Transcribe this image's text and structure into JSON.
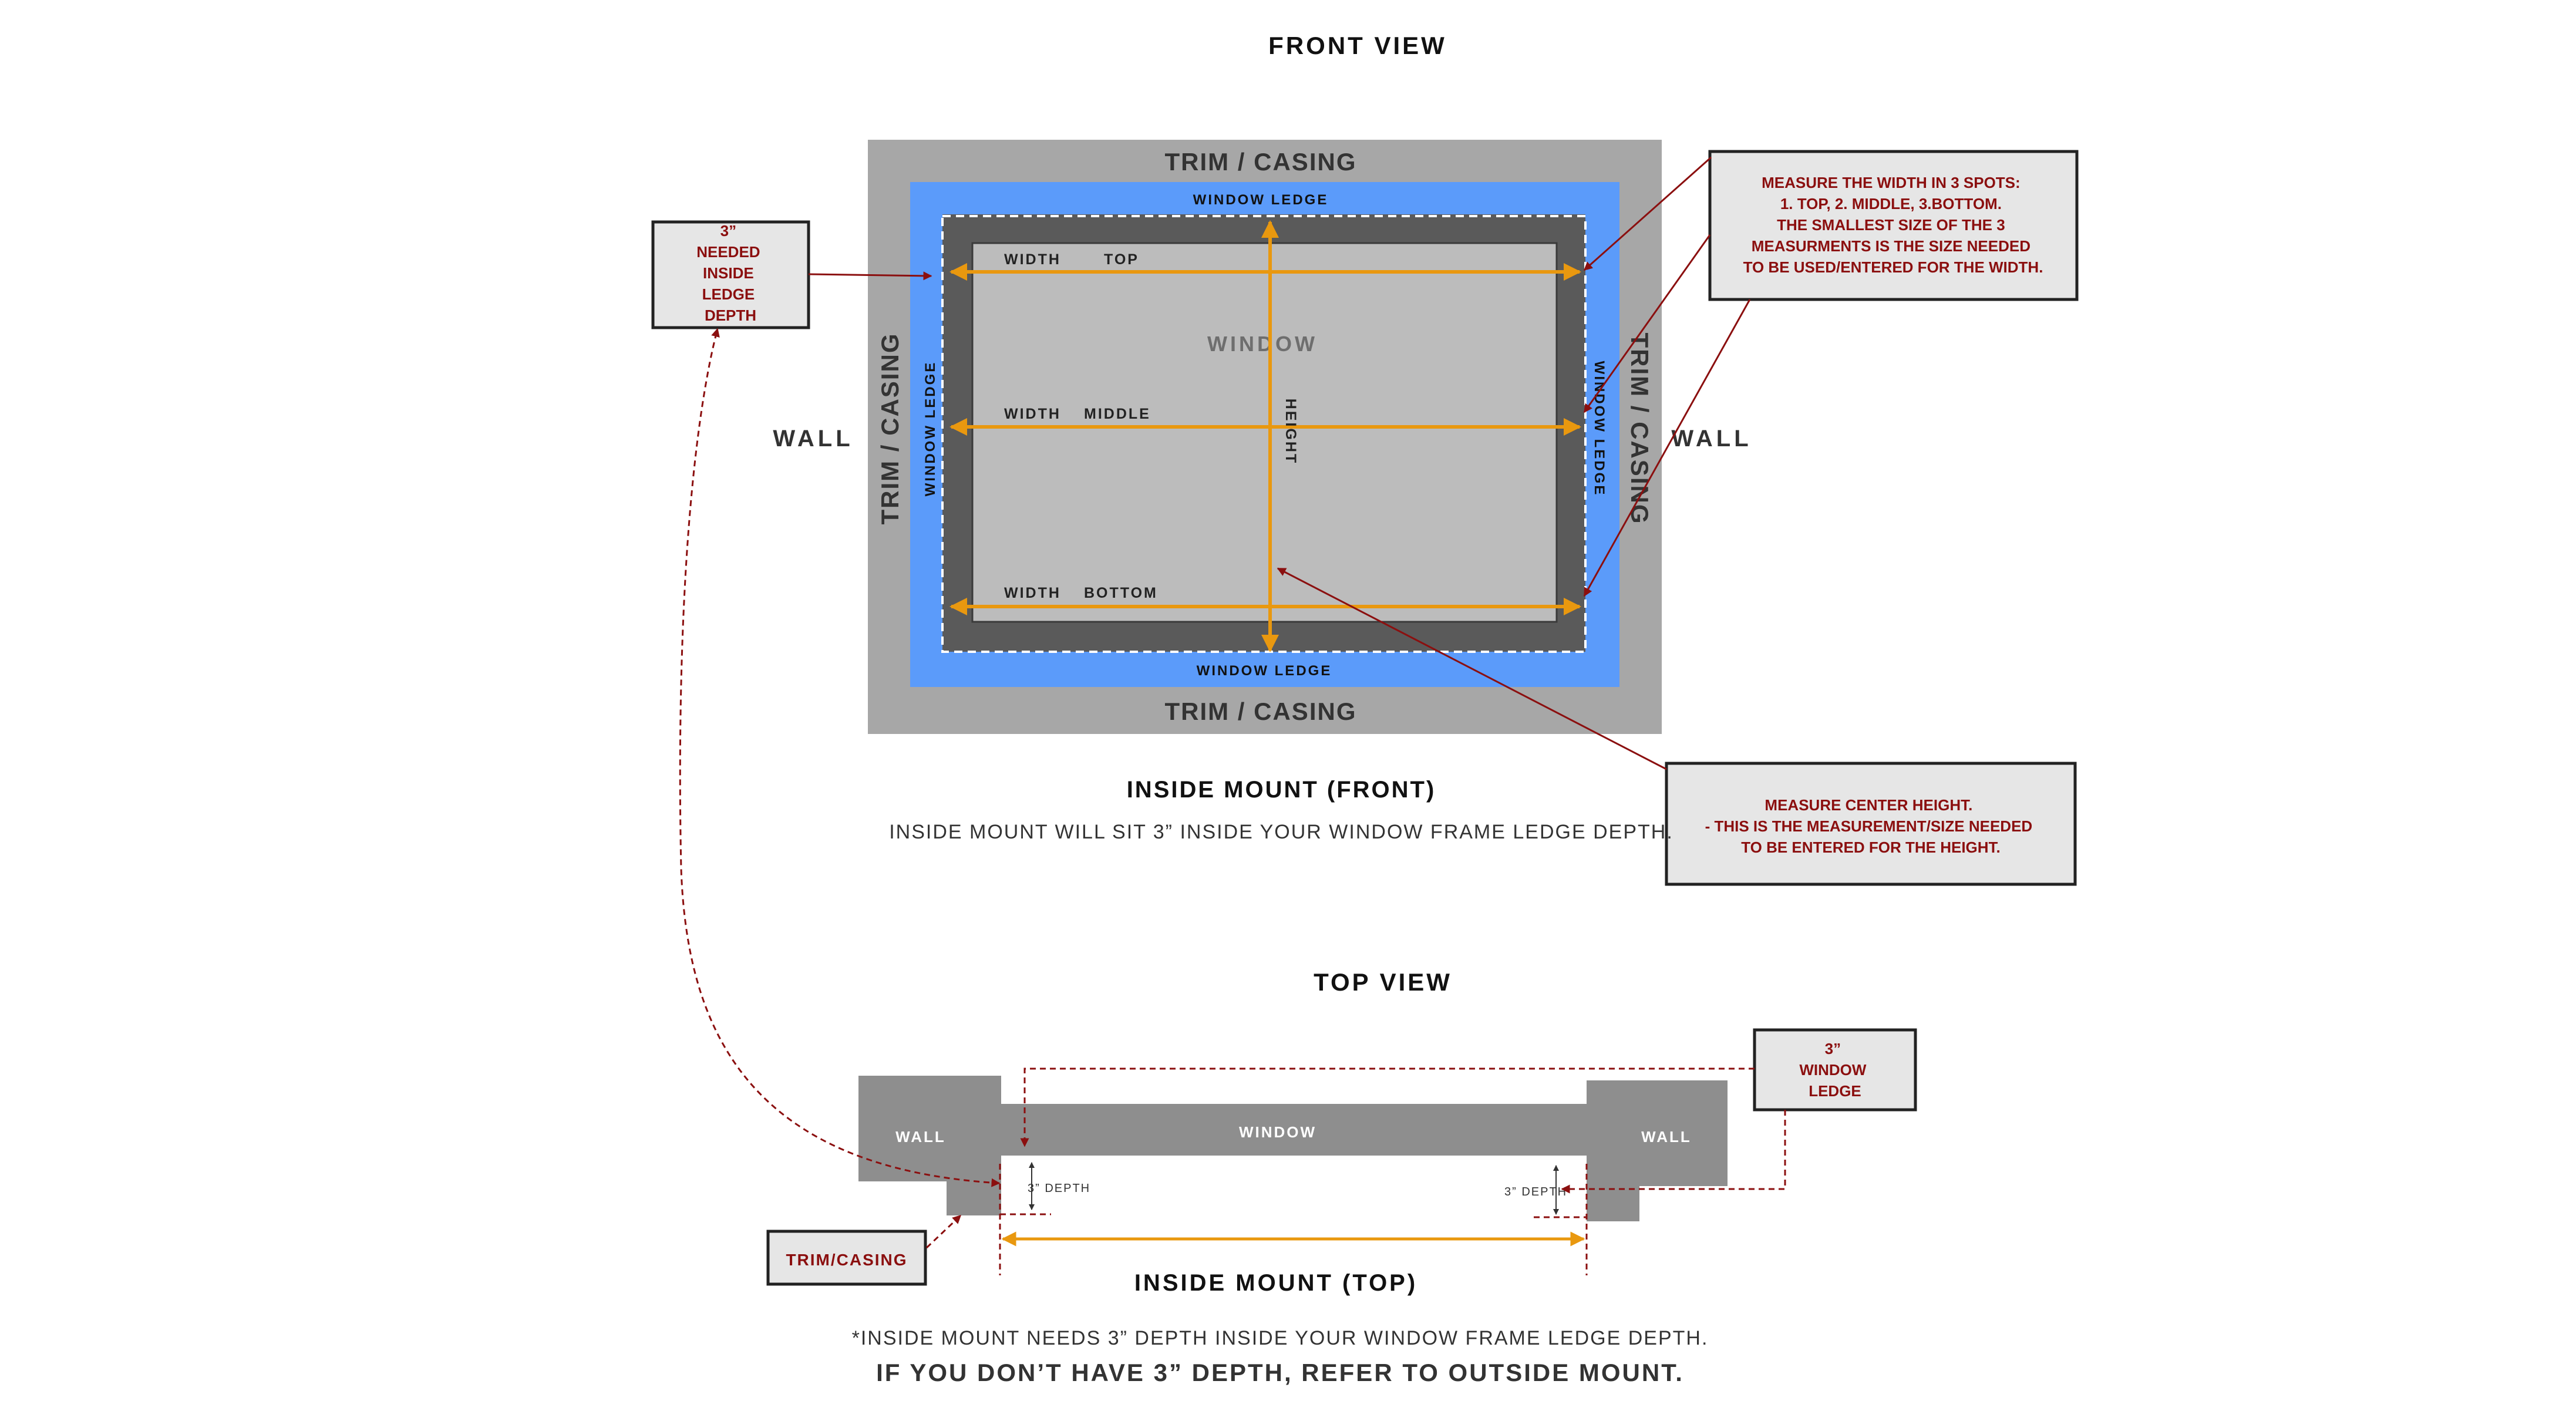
{
  "front_view": {
    "heading": "FRONT VIEW",
    "trim_top": "TRIM / CASING",
    "trim_bottom": "TRIM / CASING",
    "trim_left": "TRIM / CASING",
    "trim_right": "TRIM / CASING",
    "ledge_top": "WINDOW LEDGE",
    "ledge_bottom": "WINDOW LEDGE",
    "ledge_left": "WINDOW LEDGE",
    "ledge_right": "WINDOW LEDGE",
    "wall_left": "WALL",
    "wall_right": "WALL",
    "window": "WINDOW",
    "height": "HEIGHT",
    "width_top": [
      "WIDTH",
      "TOP"
    ],
    "width_middle": [
      "WIDTH",
      "MIDDLE"
    ],
    "width_bottom": [
      "WIDTH",
      "BOTTOM"
    ],
    "caption_title": "INSIDE MOUNT (FRONT)",
    "caption_text": "INSIDE MOUNT WILL SIT 3” INSIDE YOUR WINDOW FRAME LEDGE DEPTH."
  },
  "callouts": {
    "depth_needed": [
      "3”",
      "NEEDED",
      "INSIDE",
      "LEDGE",
      "DEPTH"
    ],
    "width_note": [
      "MEASURE THE WIDTH IN 3 SPOTS:",
      "1. TOP, 2. MIDDLE, 3.BOTTOM.",
      "THE SMALLEST SIZE OF THE 3",
      "MEASURMENTS IS THE SIZE NEEDED",
      "TO BE USED/ENTERED FOR THE WIDTH."
    ],
    "height_note": [
      "MEASURE CENTER HEIGHT.",
      "- THIS IS THE MEASUREMENT/SIZE NEEDED",
      "TO BE ENTERED FOR THE HEIGHT."
    ],
    "window_ledge_note": [
      "3”",
      "WINDOW",
      "LEDGE"
    ],
    "trim_casing_note": "TRIM/CASING"
  },
  "top_view": {
    "heading": "TOP VIEW",
    "wall_left": "WALL",
    "wall_right": "WALL",
    "window": "WINDOW",
    "depth_left": "3”  DEPTH",
    "depth_right": "3”  DEPTH",
    "caption_title": "INSIDE MOUNT (TOP)",
    "footnote_1": "*INSIDE MOUNT NEEDS 3” DEPTH INSIDE YOUR WINDOW FRAME LEDGE DEPTH.",
    "footnote_2": "IF YOU DON’T HAVE 3” DEPTH, REFER TO OUTSIDE MOUNT."
  },
  "colors": {
    "trim": "#a7a7a7",
    "ledge": "#5b9bfa",
    "frame": "#5a5a5a",
    "glass": "#bcbcbc",
    "measure": "#e9980f",
    "callout_text": "#8b0f0f",
    "callout_bg": "#e6e6e6",
    "wall_gray": "#8e8e8e"
  }
}
